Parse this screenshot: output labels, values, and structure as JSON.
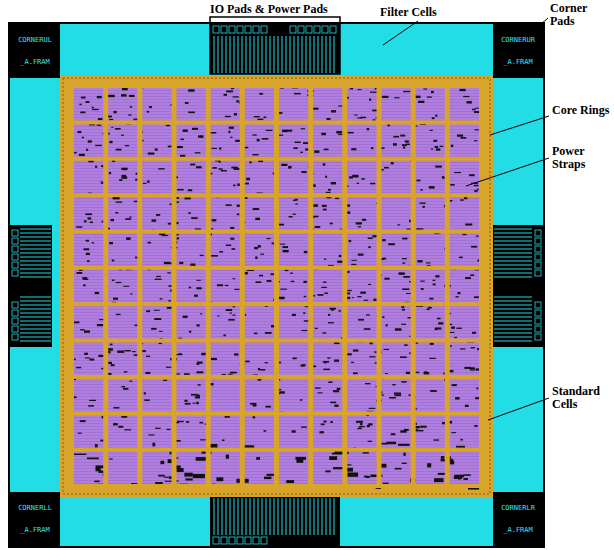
{
  "diagram": {
    "nodes": [
      {
        "text": [
          "CORNERUL",
          "_A.FRAM"
        ]
      },
      {
        "text": [
          "CORNERUR",
          "_A.FRAM"
        ]
      },
      {
        "text": [
          "CORNERLL",
          "_A.FRAM"
        ]
      },
      {
        "text": [
          "CORNERLR",
          "_A.FRAM"
        ]
      }
    ],
    "labels": [
      "IO Pads & Power Pads",
      "Filter Cells",
      "Corner Pads",
      "Core Rings",
      "Power Straps",
      "Standard Cells"
    ]
  }
}
